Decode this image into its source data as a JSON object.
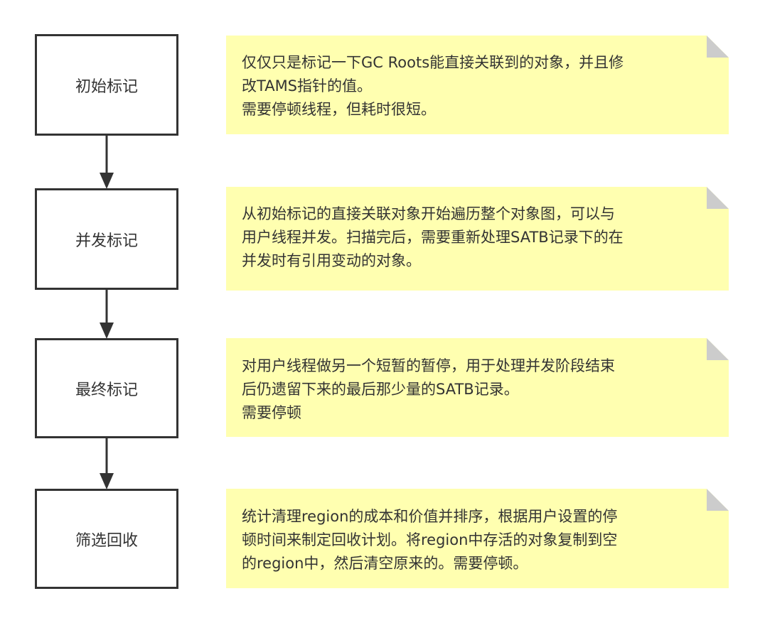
{
  "steps": [
    {
      "label": "初始标记",
      "note": [
        "仅仅只是标记一下GC Roots能直接关联到的对象，并且修",
        "改TAMS指针的值。",
        "需要停顿线程，但耗时很短。"
      ]
    },
    {
      "label": "并发标记",
      "note": [
        "从初始标记的直接关联对象开始遍历整个对象图，可以与",
        "用户线程并发。扫描完后，需要重新处理SATB记录下的在",
        "并发时有引用变动的对象。"
      ]
    },
    {
      "label": "最终标记",
      "note": [
        "对用户线程做另一个短暂的暂停，用于处理并发阶段结束",
        "后仍遗留下来的最后那少量的SATB记录。",
        "需要停顿"
      ]
    },
    {
      "label": "筛选回收",
      "note": [
        "统计清理region的成本和价值并排序，根据用户设置的停",
        "顿时间来制定回收计划。将region中存活的对象复制到空",
        "的region中，然后清空原来的。需要停顿。"
      ]
    }
  ],
  "colors": {
    "note_bg": "#ffffb0",
    "fold": "#cccccc",
    "stroke": "#333333"
  }
}
